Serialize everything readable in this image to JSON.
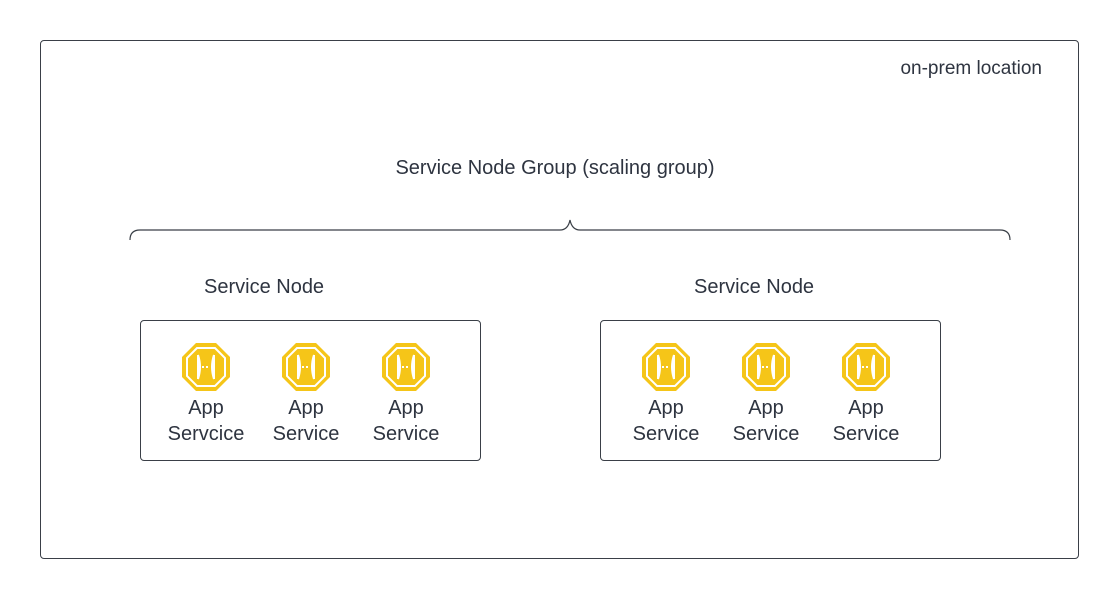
{
  "location": {
    "label": "on-prem location"
  },
  "group": {
    "title": "Service Node Group (scaling group)"
  },
  "nodes": [
    {
      "title": "Service Node",
      "services": [
        {
          "line1": "App",
          "line2": "Servcice"
        },
        {
          "line1": "App",
          "line2": "Service"
        },
        {
          "line1": "App",
          "line2": "Service"
        }
      ]
    },
    {
      "title": "Service Node",
      "services": [
        {
          "line1": "App",
          "line2": "Service"
        },
        {
          "line1": "App",
          "line2": "Service"
        },
        {
          "line1": "App",
          "line2": "Service"
        }
      ]
    }
  ],
  "colors": {
    "icon": "#f5c518",
    "line": "#3a3f47",
    "text": "#2e3440"
  },
  "icons": {
    "service": "app-service-icon"
  }
}
